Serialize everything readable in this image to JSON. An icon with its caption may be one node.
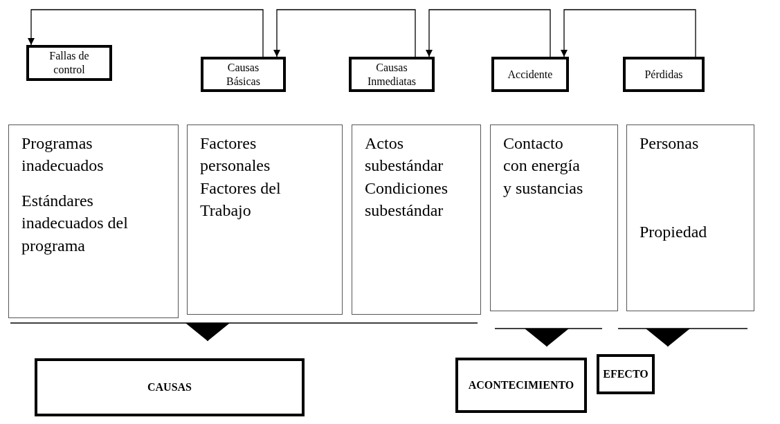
{
  "diagram": {
    "nodes": [
      {
        "text": [
          "Fallas de control"
        ]
      },
      {
        "text": [
          "Programas inadecuados",
          "Estándares inadecuados del programa"
        ]
      },
      {
        "text": [
          "Causas Básicas"
        ]
      },
      {
        "text": [
          "Factores personales",
          "Factores del Trabajo"
        ]
      },
      {
        "text": [
          "Causas Inmediatas"
        ]
      },
      {
        "text": [
          "Actos subestándar",
          "Condiciones subestándar"
        ]
      },
      {
        "text": [
          "Accidente"
        ]
      },
      {
        "text": [
          "Contacto con energía y sustancias"
        ]
      },
      {
        "text": [
          "Pérdidas"
        ]
      },
      {
        "text": [
          "Personas",
          "Propiedad"
        ]
      },
      {
        "text": [
          "CAUSAS"
        ]
      },
      {
        "text": [
          "ACONTECIMIENTO"
        ]
      },
      {
        "text": [
          "EFECTO"
        ]
      }
    ],
    "edges": [
      {
        "from": 2,
        "to": 0,
        "arrow": "to"
      },
      {
        "from": 4,
        "to": 2,
        "arrow": "to"
      },
      {
        "from": 6,
        "to": 4,
        "arrow": "to"
      },
      {
        "from": 8,
        "to": 6,
        "arrow": "to"
      },
      {
        "from": 1,
        "to": 10,
        "arrow": "to"
      },
      {
        "from": 3,
        "to": 10,
        "arrow": "to"
      },
      {
        "from": 5,
        "to": 10,
        "arrow": "to"
      },
      {
        "from": 7,
        "to": 11,
        "arrow": "to"
      },
      {
        "from": 9,
        "to": 12,
        "arrow": "to"
      }
    ]
  }
}
